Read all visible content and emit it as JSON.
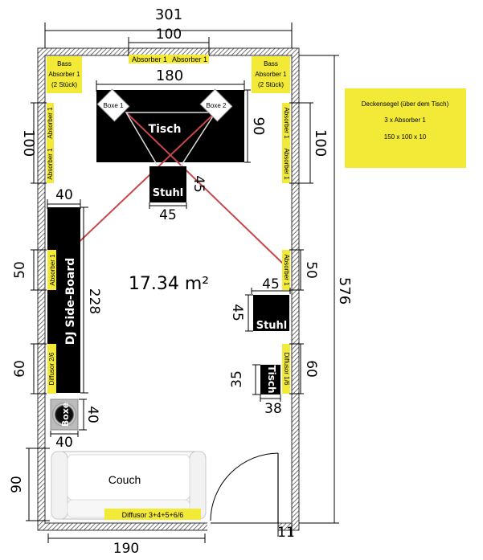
{
  "dimensions": {
    "room_width": "301",
    "top_absorber_width": "100",
    "table_width": "180",
    "table_depth": "90",
    "left_absorber_height": "100",
    "right_absorber_height": "100",
    "chair_top_side": "45",
    "chair_top_bottom": "45",
    "sideboard_width": "40",
    "sideboard_length": "228",
    "left_absorber_small": "50",
    "right_absorber_small": "50",
    "room_height": "576",
    "chair_right_top": "45",
    "chair_right_side": "45",
    "left_diffusor_height": "60",
    "right_diffusor_height": "60",
    "small_table_height": "35",
    "small_table_width": "38",
    "box_height": "40",
    "box_width": "40",
    "couch_depth": "90",
    "couch_width": "190",
    "door_gap": "11"
  },
  "labels": {
    "area": "17.34 m²",
    "table": "Tisch",
    "chair": "Stuhl",
    "chair_right": "Stuhl",
    "small_table": "Tisch",
    "sideboard": "DJ Side-Board",
    "box_left": "Boxe 1",
    "box_right": "Boxe 2",
    "box_bottom": "Boxe",
    "couch": "Couch",
    "top_absorber_1": "Absorber 1",
    "top_absorber_2": "Absorber 1",
    "bass_line1": "Bass",
    "bass_line2": "Absorber 1",
    "bass_line3": "(2 Stück)",
    "left_absorber_1": "Absorber 1",
    "left_absorber_2": "Absorber 1",
    "right_absorber_1": "Absorber 1",
    "right_absorber_2": "Absorber 1",
    "left_absorber_small": "Absorber 1",
    "right_absorber_small": "Absorber 1",
    "left_diffusor": "Diffusor 2/6",
    "right_diffusor": "Diffusor 1/6",
    "bottom_diffusor": "Diffusor 3+4+5+6/6"
  },
  "legend": {
    "line1": "Deckensegel (über dem Tisch)",
    "line2": "3 x Absorber 1",
    "line3": "150 x 100 x 10"
  },
  "colors": {
    "absorber": "#f2ea36",
    "furniture": "#000000",
    "speaker_lines": "#c8474a",
    "wall": "#555555"
  }
}
